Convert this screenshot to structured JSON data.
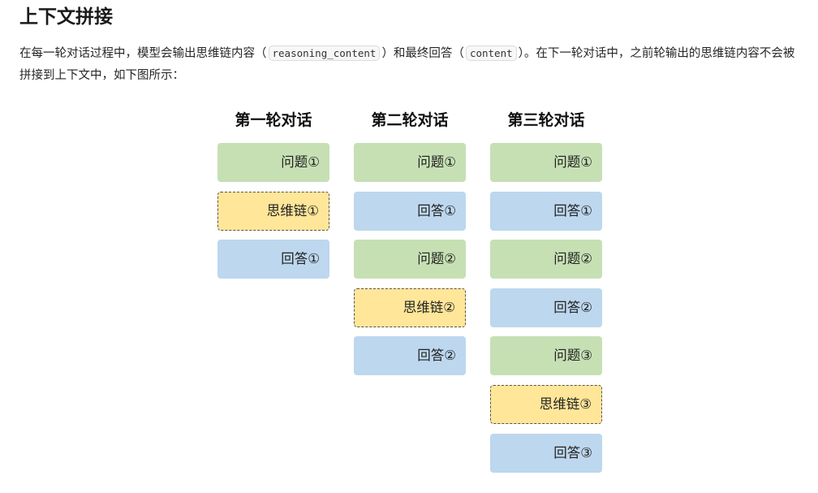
{
  "title": "上下文拼接",
  "intro": {
    "part1": "在每一轮对话过程中，模型会输出思维链内容（",
    "code1": "reasoning_content",
    "part2": "）和最终回答（",
    "code2": "content",
    "part3": "）。在下一轮对话中，之前轮输出的思维链内容不会被拼接到上下文中，如下图所示："
  },
  "colors": {
    "question": "#c6e0b4",
    "answer": "#bdd7ee",
    "reasoning": "#ffe699",
    "reasoning_border": "#555555"
  },
  "columns": [
    {
      "title": "第一轮对话",
      "blocks": [
        {
          "type": "question",
          "label": "问题①"
        },
        {
          "type": "reasoning",
          "label": "思维链①"
        },
        {
          "type": "answer",
          "label": "回答①"
        }
      ]
    },
    {
      "title": "第二轮对话",
      "blocks": [
        {
          "type": "question",
          "label": "问题①"
        },
        {
          "type": "answer",
          "label": "回答①"
        },
        {
          "type": "question",
          "label": "问题②"
        },
        {
          "type": "reasoning",
          "label": "思维链②"
        },
        {
          "type": "answer",
          "label": "回答②"
        }
      ]
    },
    {
      "title": "第三轮对话",
      "blocks": [
        {
          "type": "question",
          "label": "问题①"
        },
        {
          "type": "answer",
          "label": "回答①"
        },
        {
          "type": "question",
          "label": "问题②"
        },
        {
          "type": "answer",
          "label": "回答②"
        },
        {
          "type": "question",
          "label": "问题③"
        },
        {
          "type": "reasoning",
          "label": "思维链③"
        },
        {
          "type": "answer",
          "label": "回答③"
        }
      ]
    }
  ]
}
